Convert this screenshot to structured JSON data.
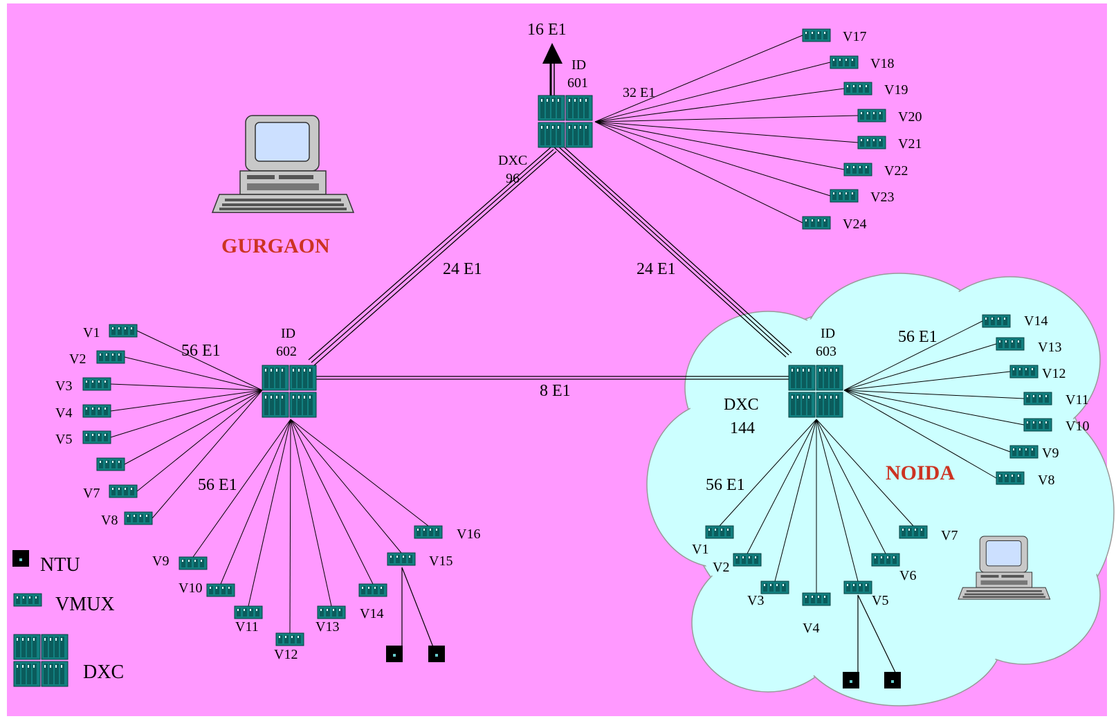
{
  "colors": {
    "background": "#ff99ff",
    "cloud": "#ccffff",
    "equipment": "#128080",
    "city_label": "#cc3322",
    "ntu": "#000000"
  },
  "hub_top": {
    "id_label": "ID",
    "id_number": "601",
    "dxc_label": "DXC",
    "dxc_number": "96",
    "uplink_label": "16 E1",
    "branch_label": "32 E1",
    "vmux": [
      "V17",
      "V18",
      "V19",
      "V20",
      "V21",
      "V22",
      "V23",
      "V24"
    ]
  },
  "hub_left": {
    "id_label": "ID",
    "id_number": "602",
    "branch_label_upper": "56 E1",
    "branch_label_lower": "56 E1",
    "vmux_left": [
      "V1",
      "V2",
      "V3",
      "V4",
      "V5",
      "",
      "V7",
      "V8"
    ],
    "vmux_bottom": [
      "V9",
      "V10",
      "V11",
      "V12",
      "V13",
      "V14",
      "V15",
      "V16"
    ]
  },
  "hub_right": {
    "id_label": "ID",
    "id_number": "603",
    "dxc_label": "DXC",
    "dxc_number": "144",
    "branch_label_upper": "56 E1",
    "branch_label_lower": "56 E1",
    "vmux_right": [
      "V14",
      "V13",
      "V12",
      "V11",
      "V10",
      "V9",
      "V8"
    ],
    "vmux_bottom": [
      "V1",
      "V2",
      "V3",
      "V4",
      "V5",
      "V6",
      "V7"
    ]
  },
  "links": {
    "top_left": "24 E1",
    "top_right": "24 E1",
    "left_right": "8 E1"
  },
  "cities": {
    "gurgaon": "GURGAON",
    "noida": "NOIDA"
  },
  "legend": {
    "ntu": "NTU",
    "vmux": "VMUX",
    "dxc": "DXC"
  }
}
